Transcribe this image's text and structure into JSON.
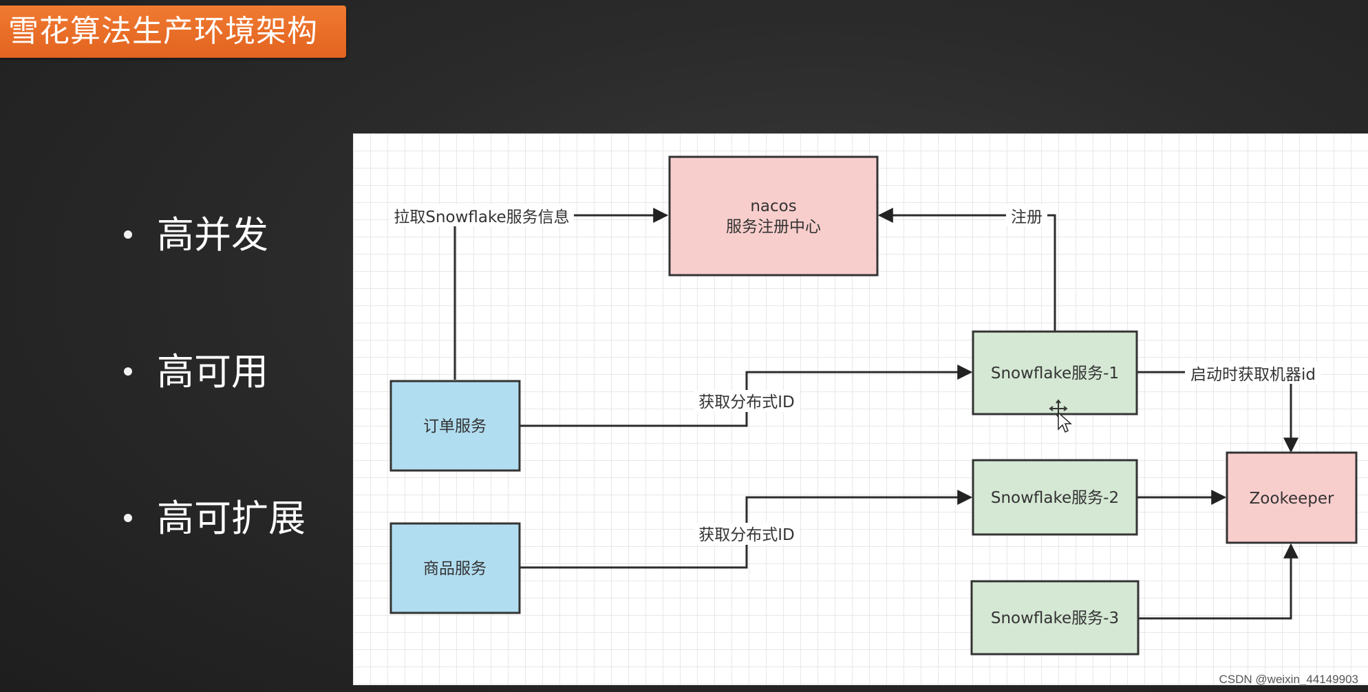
{
  "title": "雪花算法生产环境架构",
  "bullets": [
    "高并发",
    "高可用",
    "高可扩展"
  ],
  "diagram": {
    "nodes": {
      "nacos": {
        "line1": "nacos",
        "line2": "服务注册中心"
      },
      "order": "订单服务",
      "goods": "商品服务",
      "sf1": "Snowflake服务-1",
      "sf2": "Snowflake服务-2",
      "sf3": "Snowflake服务-3",
      "zk": "Zookeeper"
    },
    "edges": {
      "pull": "拉取Snowflake服务信息",
      "register": "注册",
      "get_id_1": "获取分布式ID",
      "get_id_2": "获取分布式ID",
      "machine_id": "启动时获取机器id"
    },
    "colors": {
      "pink": "#f8cecc",
      "green": "#d5e8d4",
      "blue": "#b1ddf0"
    }
  },
  "watermark": "CSDN @weixin_44149903"
}
